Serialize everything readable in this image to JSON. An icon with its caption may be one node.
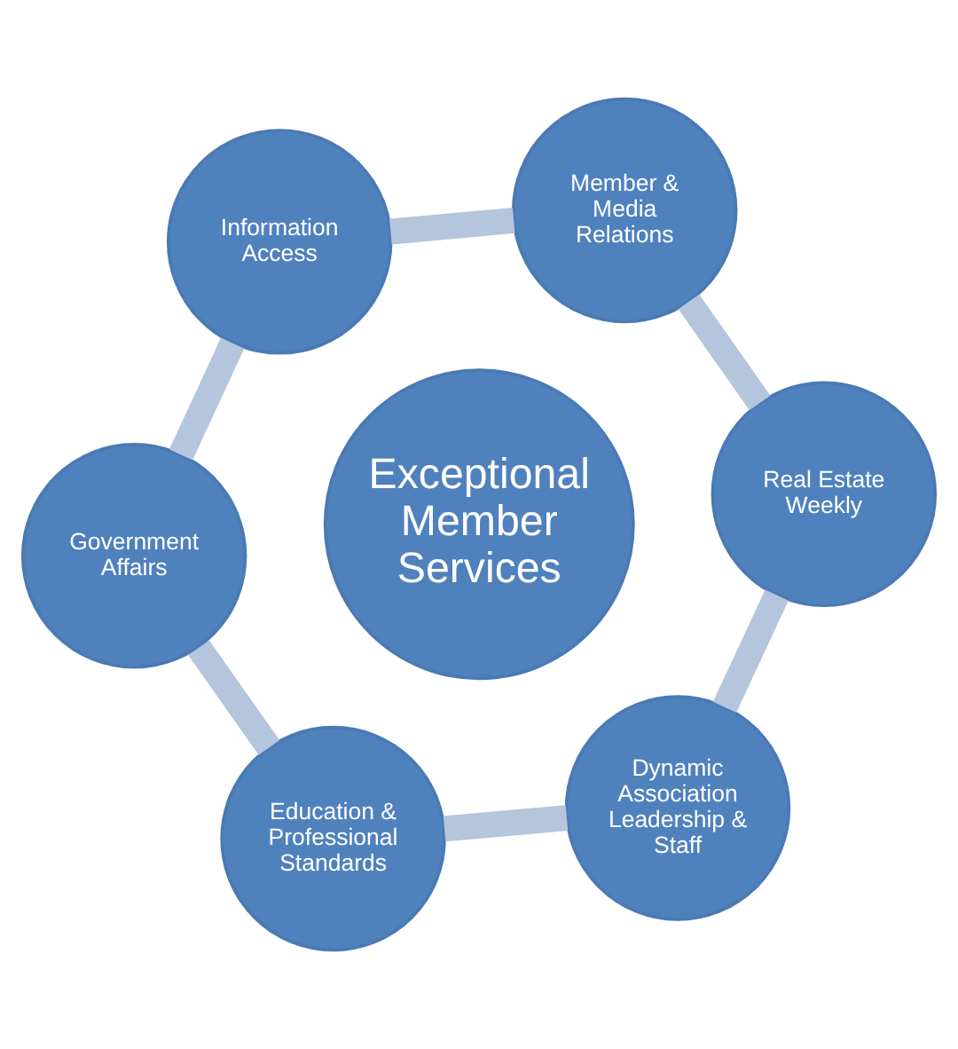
{
  "diagram": {
    "nodes": [
      {
        "text": [
          "Dynamic Association Leadership & Staff"
        ]
      },
      {
        "text": [
          "Real Estate Weekly"
        ]
      },
      {
        "text": [
          "Education & Professional Standards"
        ]
      },
      {
        "text": [
          "Exceptional Member Services"
        ]
      },
      {
        "text": [
          "Member & Media Relations"
        ]
      },
      {
        "text": [
          "Government Affairs"
        ]
      },
      {
        "text": [
          "Information Access"
        ]
      }
    ],
    "edges": [
      {
        "from": 0,
        "to": 2,
        "arrow": "none"
      },
      {
        "from": 2,
        "to": 5,
        "arrow": "none"
      },
      {
        "from": 5,
        "to": 6,
        "arrow": "none"
      },
      {
        "from": 6,
        "to": 4,
        "arrow": "none"
      },
      {
        "from": 4,
        "to": 1,
        "arrow": "none"
      },
      {
        "from": 1,
        "to": 0,
        "arrow": "none"
      }
    ]
  }
}
